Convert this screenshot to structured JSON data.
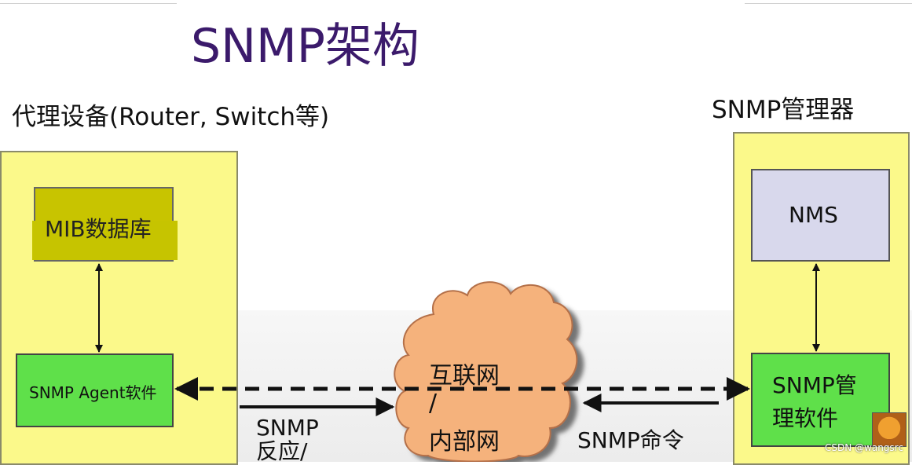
{
  "title": "SNMP架构",
  "agent_device_label": "代理设备(Router, Switch等)",
  "manager_label": "SNMP管理器",
  "mib_label": "MIB数据库",
  "agent_software_label": "SNMP Agent软件",
  "nms_label": "NMS",
  "manager_software_line1": "SNMP管",
  "manager_software_line2": "理软件",
  "network_line1": "互联网",
  "network_line2": "/",
  "network_line3": "内部网",
  "response_line1": "SNMP",
  "response_line2": "反应/",
  "command_label": "SNMP命令",
  "watermark": "CSDN @wangsrc",
  "colors": {
    "title": "#3b1a6b",
    "panel": "#fbf98a",
    "mib": "#c6c400",
    "software": "#5fe04a",
    "nms": "#d8d8ec",
    "cloud": "#f5b27c"
  },
  "icons": [
    "avatar-icon"
  ]
}
